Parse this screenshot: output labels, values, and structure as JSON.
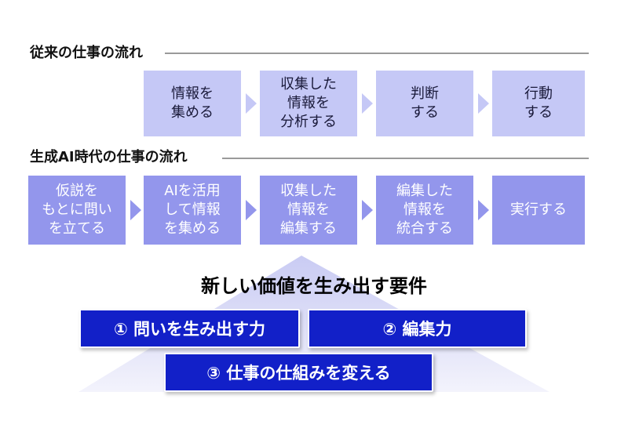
{
  "traditional": {
    "title": "従来の仕事の流れ",
    "steps": [
      [
        "情報を",
        "集める"
      ],
      [
        "収集した",
        "情報を",
        "分析する"
      ],
      [
        "判断",
        "する"
      ],
      [
        "行動",
        "する"
      ]
    ]
  },
  "ai_era": {
    "title": "生成AI時代の仕事の流れ",
    "steps": [
      [
        "仮説を",
        "もとに問い",
        "を立てる"
      ],
      [
        "AIを活用",
        "して情報",
        "を集める"
      ],
      [
        "収集した",
        "情報を",
        "編集する"
      ],
      [
        "編集した",
        "情報を",
        "統合する"
      ],
      [
        "実行する"
      ]
    ]
  },
  "requirements": {
    "title": "新しい価値を生み出す要件",
    "items": [
      "① 問いを生み出す力",
      "② 編集力",
      "③ 仕事の仕組みを変える"
    ]
  },
  "colors": {
    "light_box": "#c5c8f6",
    "mid_box": "#9396ec",
    "requirement_box": "#1220c8",
    "triangle": "#dfe0f7"
  }
}
